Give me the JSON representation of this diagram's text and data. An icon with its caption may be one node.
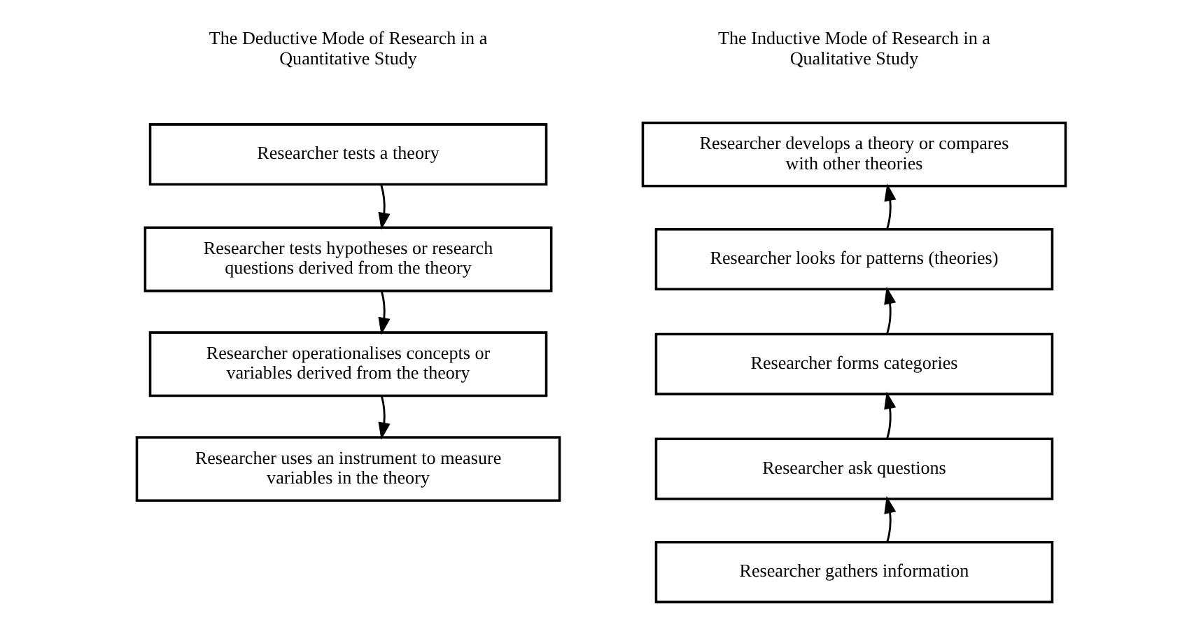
{
  "diagram": {
    "nodes": [
      {
        "text": [
          "Researcher tests a theory"
        ]
      },
      {
        "text": [
          "Researcher tests hypotheses or research questions derived from the theory"
        ]
      },
      {
        "text": [
          "Researcher operationalises concepts or variables derived from the theory"
        ]
      },
      {
        "text": [
          "Researcher uses an instrument to measure variables in the theory"
        ]
      },
      {
        "text": [
          "Researcher develops a theory or compares with other theories"
        ]
      },
      {
        "text": [
          "Researcher looks for patterns (theories)"
        ]
      },
      {
        "text": [
          "Researcher forms categories"
        ]
      },
      {
        "text": [
          "Researcher ask questions"
        ]
      },
      {
        "text": [
          "Researcher gathers information"
        ]
      }
    ],
    "edges": [
      {
        "from": 0,
        "to": 1,
        "arrow": "to"
      },
      {
        "from": 1,
        "to": 2,
        "arrow": "to"
      },
      {
        "from": 2,
        "to": 3,
        "arrow": "to"
      },
      {
        "from": 8,
        "to": 7,
        "arrow": "to"
      },
      {
        "from": 7,
        "to": 6,
        "arrow": "to"
      },
      {
        "from": 6,
        "to": 5,
        "arrow": "to"
      },
      {
        "from": 5,
        "to": 4,
        "arrow": "to"
      }
    ],
    "labels": [
      "The Deductive Mode of Research in a Quantitative Study",
      "The Inductive Mode of Research in a Qualitative Study"
    ]
  }
}
